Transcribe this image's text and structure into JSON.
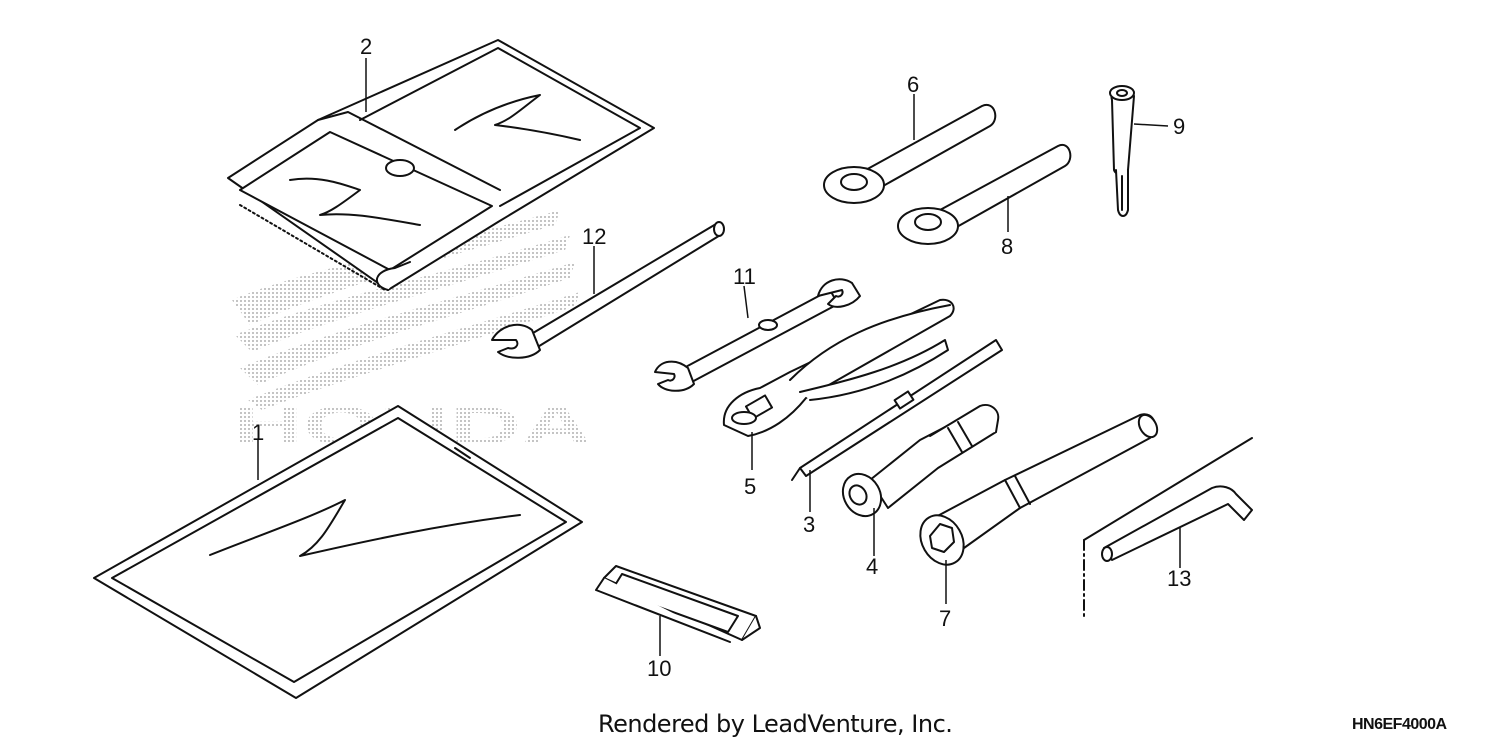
{
  "callouts": [
    "1",
    "2",
    "3",
    "4",
    "5",
    "6",
    "7",
    "8",
    "9",
    "10",
    "11",
    "12",
    "13"
  ],
  "watermark": "HONDA",
  "footer": {
    "credit": "Rendered by LeadVenture, Inc.",
    "code": "HN6EF4000A"
  },
  "colors": {
    "line": "#111111",
    "background": "#ffffff",
    "watermark": "#b0b0b0"
  }
}
